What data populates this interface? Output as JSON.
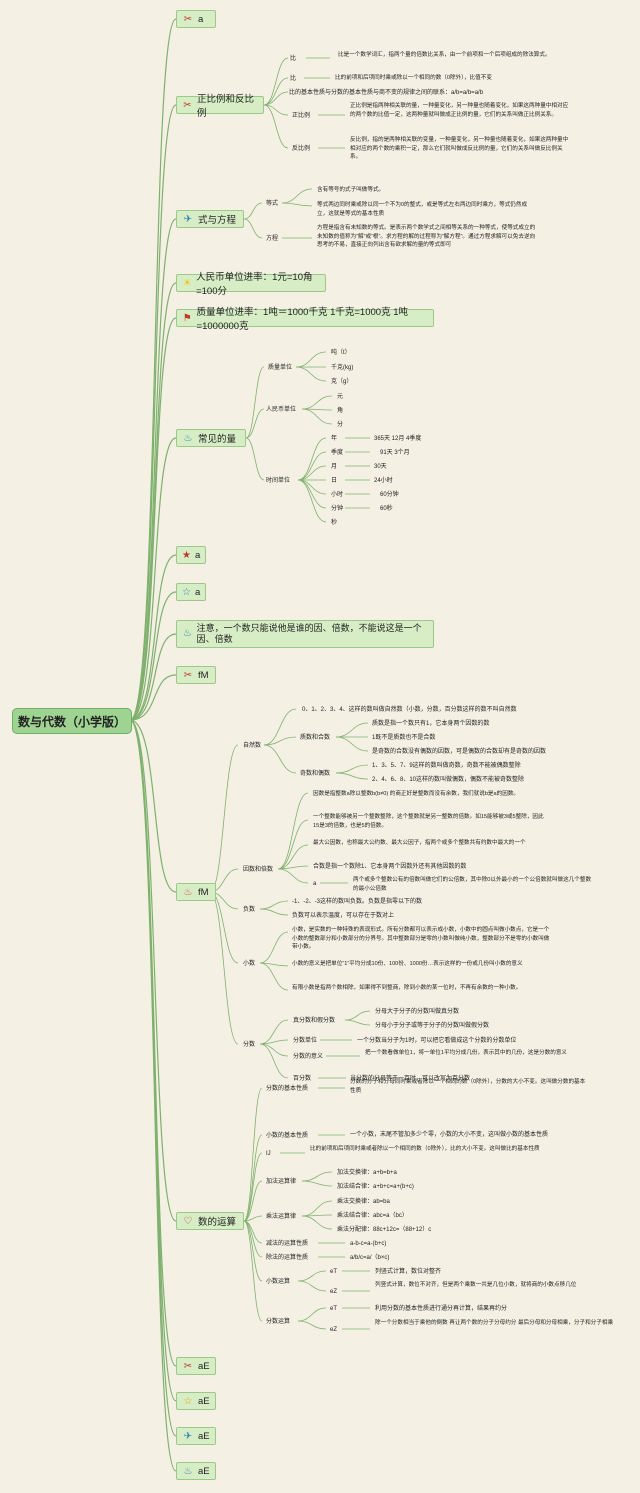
{
  "root": "数与代数（小学版）",
  "branches": [
    {
      "icon": "tools-icon",
      "glyph": "✂",
      "label": "a"
    },
    {
      "icon": "tools-icon",
      "glyph": "✂",
      "label": "正比例和反比例"
    },
    {
      "icon": "send-icon",
      "glyph": "✈",
      "label": "式与方程"
    },
    {
      "icon": "sun-icon",
      "glyph": "☀",
      "label": "人民币单位进率：1元=10角=100分"
    },
    {
      "icon": "flag-icon",
      "glyph": "⚑",
      "label": "质量单位进率：1吨＝1000千克 1千克=1000克 1吨=1000000克"
    },
    {
      "icon": "flame-icon",
      "glyph": "♨",
      "label": "常见的量"
    },
    {
      "icon": "star-icon",
      "glyph": "★",
      "label": "a"
    },
    {
      "icon": "star-outline-icon",
      "glyph": "☆",
      "label": "a"
    },
    {
      "icon": "flame-icon",
      "glyph": "♨",
      "label": "注意，一个数只能说他是谁的因、倍数，不能说这是一个因、倍数"
    },
    {
      "icon": "tools-icon",
      "glyph": "✂",
      "label": "fM"
    },
    {
      "icon": "flame-icon",
      "glyph": "♨",
      "label": "fM"
    },
    {
      "icon": "heart-icon",
      "glyph": "♡",
      "label": "数的运算"
    },
    {
      "icon": "tools-icon",
      "glyph": "✂",
      "label": "aE"
    },
    {
      "icon": "star-outline-icon",
      "glyph": "☆",
      "label": "aE"
    },
    {
      "icon": "send-icon",
      "glyph": "✈",
      "label": "aE"
    },
    {
      "icon": "flame-icon",
      "glyph": "♨",
      "label": "aE"
    }
  ],
  "ratio": {
    "k1": "比",
    "t1": "比是一个数学词汇，指两个量的倍数比关系，由一个前项和一个后项组成的除法算式。",
    "k2": "比",
    "t2": "比的前项和后项同时乘或除以一个相同的数（0除外），比值不变",
    "basic": "比的基本性质与分数的基本性质与商不变的规律之间的联系：a/b=a/b=a/b",
    "k3": "正比例",
    "t3": "正比例是指两种相关联的量，一种量变化，另一种量也随着变化，如果这两种量中相对应的两个数的比值一定，这两种量就叫做成正比例的量，它们的关系叫做正比例关系。",
    "k4": "反比例",
    "t4": "反比例，指的是两种相关联的变量，一种量变化，另一种量也随着变化，如果这两种量中相对应的两个数的乘积一定，那么它们就叫做成反比例的量，它们的关系叫做反比例关系。"
  },
  "eq": {
    "k1": "等式",
    "t1": "含有等号的式子叫做等式。",
    "t2": "等式两边同时乘或除以同一个不为0的整式，或是等式左右两边同时乘方，等式仍然成立，这就是等式的基本性质",
    "k2": "方程",
    "t3": "方程是指含有未知数的等式。是表示两个数学式之间相等关系的一种等式，使等式成立的未知数的值称为“解”或“根”。求方程的解的过程称为“解方程”。通过方程求解可以免去逆向思考的不易，直接正向列出含有欲求解的量的等式即可"
  },
  "common": {
    "k1": "质量单位",
    "m": [
      "吨（t）",
      "千克(kg)",
      "克（g）"
    ],
    "k2": "人民币单位",
    "r": [
      "元",
      "角",
      "分"
    ],
    "k3": "时间单位",
    "tk": [
      "年",
      "季度",
      "月",
      "日",
      "小时",
      "分钟",
      "秒"
    ],
    "tv": [
      "365天 12月 4季度",
      "91天 3个月",
      "30天",
      "24小时",
      "60分钟",
      "60秒"
    ]
  },
  "fm": {
    "natural": "自然数",
    "n1": "0、1、2、3、4、这样的数叫做自然数（小数，分数，百分数这样的数不叫自然数",
    "prime": "质数和合数",
    "p1": "质数是指一个数只有1，它本身两个因数的数",
    "p2": "1既不是质数也不是合数",
    "p3": "是奇数的合数没有偶数的因数，可是偶数的合数却有是奇数的因数",
    "odd": "奇数和偶数",
    "o1": "1、3、5、7、9这样的数叫做奇数，奇数不能被偶数整除",
    "o2": "2、4、6、8、10这样的数叫做偶数，偶数不能被奇数整除",
    "factor": "因数和倍数",
    "f1": "因数是指整数a除以整数b(b≠0) 的商正好是整数而没有余数，我们就说b是a的因数。",
    "f2": "一个整数能够被另一个整数整除，这个整数就是另一整数的倍数。如15能够被3或5整除，因此15是3的倍数，也是5的倍数。",
    "f3": "最大公因数，也称最大公约数、最大公因子，指两个或多个整数共有约数中最大的一个",
    "f4": "合数是指一个数除1、它本身两个因数外还有其他因数的数",
    "fa": "a",
    "f5": "两个或多个整数公有的倍数叫做它们的公倍数，其中除0以外最小的一个公倍数就叫做这几个整数的最小公倍数",
    "neg": "负数",
    "ng1": "-1、-2、-3这样的数叫负数。负数是指零以下的数",
    "ng2": "负数可以表示温度，可以存在于数对上",
    "dec": "小数",
    "d1": "小数，是实数的一种特殊的表现形式。所有分数都可以表示成小数，小数中的圆点叫做小数点，它是一个小数的整数部分和小数部分的分界号。其中整数部分是零的小数叫做纯小数，整数部分不是零的小数叫做带小数。",
    "d2": "小数的意义是把单位“1”平均分成10份、100份、1000份…表示这样的一份或几份叫小数的意义",
    "d3": "有限小数是指两个数相除，如果得不到整商，除到小数的某一位时，不再有余数的一种小数。",
    "frac": "分数",
    "fr1": "真分数和假分数",
    "fr1a": "分母大于分子的分数叫做真分数",
    "fr1b": "分母小于分子或等于分子的分数叫做假分数",
    "fr2": "分数单位",
    "fr2a": "一个分数当分子为1时，可以把它看做成这个分数的分数单位",
    "fr3": "分数的意义",
    "fr3a": "把一个数看做单位1，将一单位1平均分成几份，表示其中的几份，这是分数的意义",
    "fr4": "百分数",
    "fr4a": "当分数的分母等于一百时，可以改写为百分数"
  },
  "ops": {
    "a": "分数的基本性质",
    "at": "分数的分子和分母同时乘或者除以一个相同的数（0除外），分数的大小不变。这叫做分数的基本性质",
    "b": "小数的基本性质",
    "bt": "一个小数，末尾不管加多少个零，小数的大小不变，这叫做小数的基本性质",
    "c": "IJ",
    "ct": "比的前项和后项同时乘或者除以一个相同的数（0除外），比的大小不变。这叫做比的基本性质",
    "d": "加法运算律",
    "d1": "加法交换律：a+b=b+a",
    "d2": "加法结合律：a+b+c=a+(b+c)",
    "e": "乘法运算律",
    "e1": "乘法交换律：ab=ba",
    "e2": "乘法结合律：abc=a（bc）",
    "e3": "乘法分配律：88c+12c=（88+12）c",
    "f": "减法的运算性质",
    "ft": "a-b-c=a-(b+c)",
    "g": "除法的运算性质",
    "gt": "a/b/c=a/（b×c)",
    "h": "小数运算",
    "h1k": "eT",
    "h1": "列竖式计算，数位对整齐",
    "h2k": "eZ",
    "h2": "列竖式计算，数位不对齐，但是两个乘数一共是几位小数，就将商的小数点移几位",
    "i": "分数运算",
    "i1k": "eT",
    "i1": "利用分数的基本性质进行通分再计算，结果再约分",
    "i2k": "eZ",
    "i2": "除一个分数相当于乘他的倒数 再让两个数的分子分母约分 最后分母和分母相乘，分子和分子相乘"
  }
}
